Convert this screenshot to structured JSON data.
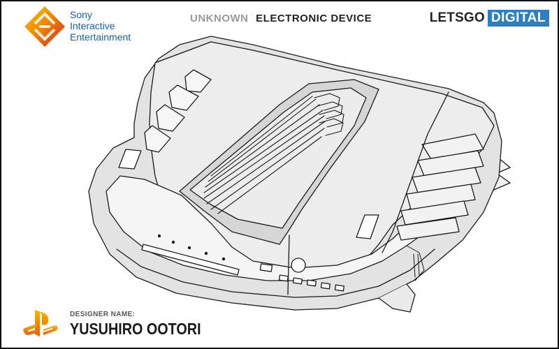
{
  "header": {
    "title_prefix": "UNKNOWN",
    "title_main": "ELECTRONIC DEVICE"
  },
  "brand": {
    "company_lines": [
      "Sony",
      "Interactive",
      "Entertainment"
    ],
    "logo_icon": "sie-diamond-icon",
    "logo_colors": [
      "#f7b500",
      "#f08a00",
      "#e6451f",
      "#d3222a"
    ]
  },
  "publisher": {
    "part1": "LETSGO",
    "part2": "DIGITAL",
    "accent": "#2d7fc1"
  },
  "footer": {
    "designer_label": "DESIGNER NAME:",
    "designer_name": "YUSUHIRO OOTORI",
    "logo_icon": "playstation-icon"
  },
  "drawing": {
    "subject": "console-dev-kit-line-drawing",
    "stroke_color": "#1a1a1a",
    "fill_color": "#e3e3e3"
  }
}
